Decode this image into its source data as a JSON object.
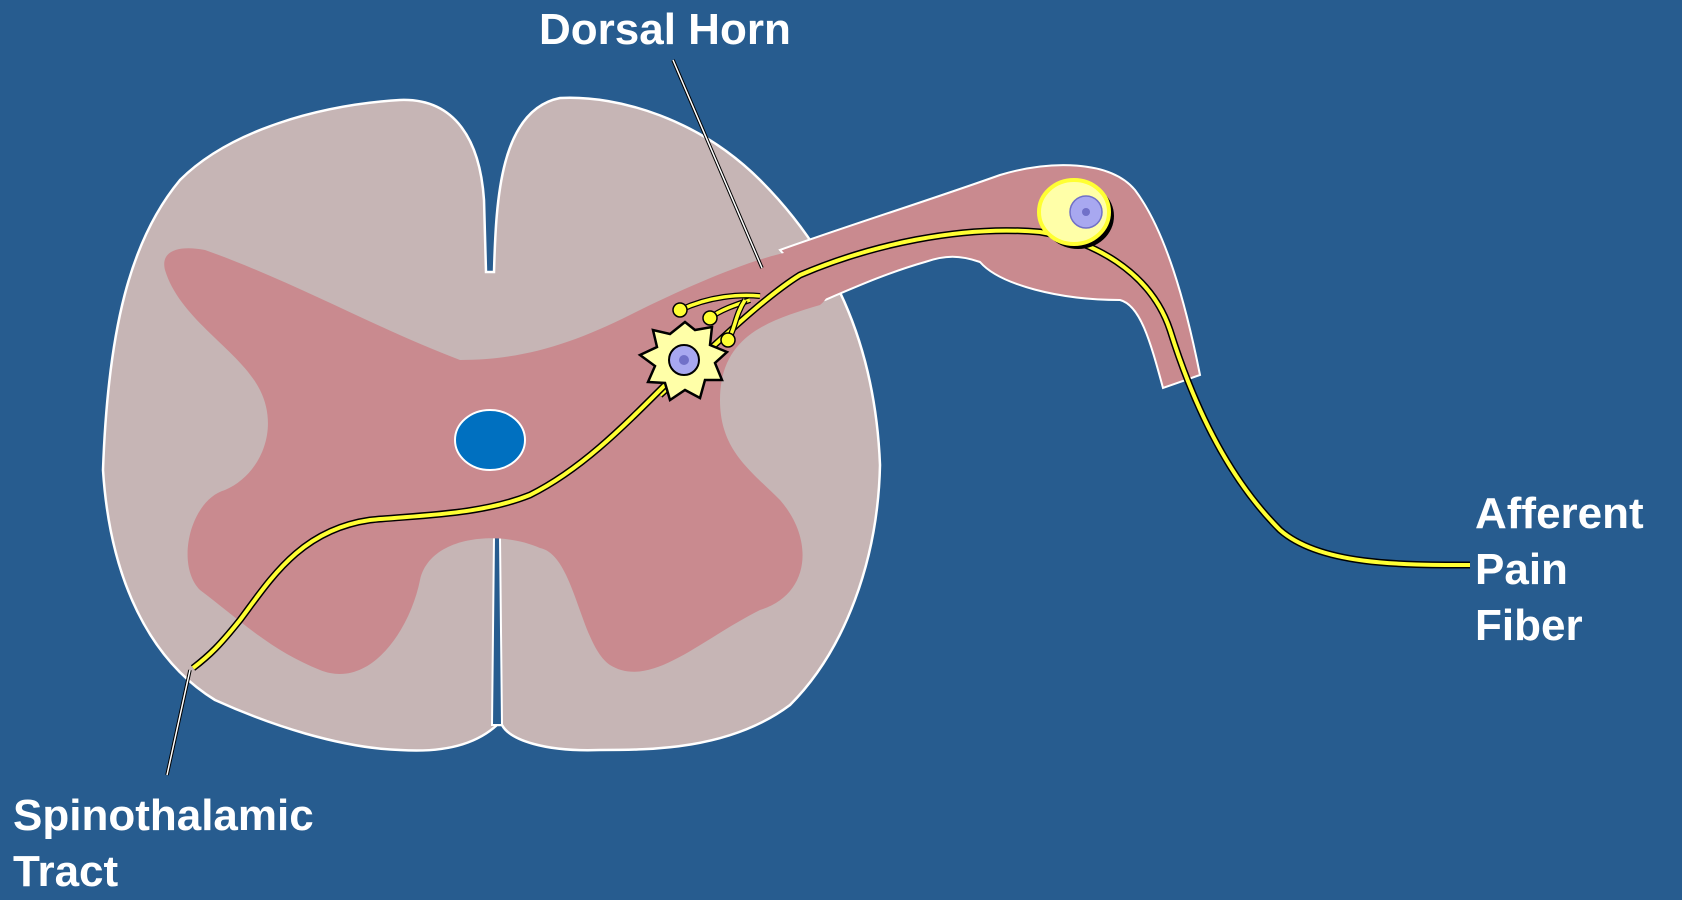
{
  "labels": {
    "dorsal_horn": "Dorsal Horn",
    "afferent_pain_fiber": [
      "Afferent",
      "Pain",
      "Fiber"
    ],
    "spinothalamic_tract": [
      "Spinothalamic",
      "Tract"
    ]
  },
  "colors": {
    "background": "#275c8f",
    "white_matter": "#c6b5b5",
    "gray_matter": "#c98a8f",
    "central_canal": "#0070c0",
    "nerve_fiber": "#ffff33",
    "neuron_body": "#ffffa8",
    "nucleus": "#a8a8f0",
    "label_text": "#ffffff"
  }
}
